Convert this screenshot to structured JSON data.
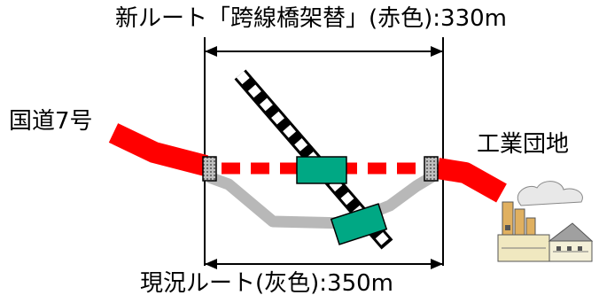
{
  "labels": {
    "new_route": "新ルート「跨線橋架替」(赤色):330m",
    "current_route": "現況ルート(灰色):350m",
    "national_road": "国道7号",
    "industrial_park": "工業団地"
  },
  "colors": {
    "new_route": "#ff0000",
    "current_route": "#b8b8b8",
    "road": "#ff0000",
    "bridge_block": "#00a884",
    "railway": "#000000",
    "frame": "#000000"
  },
  "icons": {
    "factory": "factory-icon",
    "bridge_end": "bridge-abutment-icon"
  }
}
